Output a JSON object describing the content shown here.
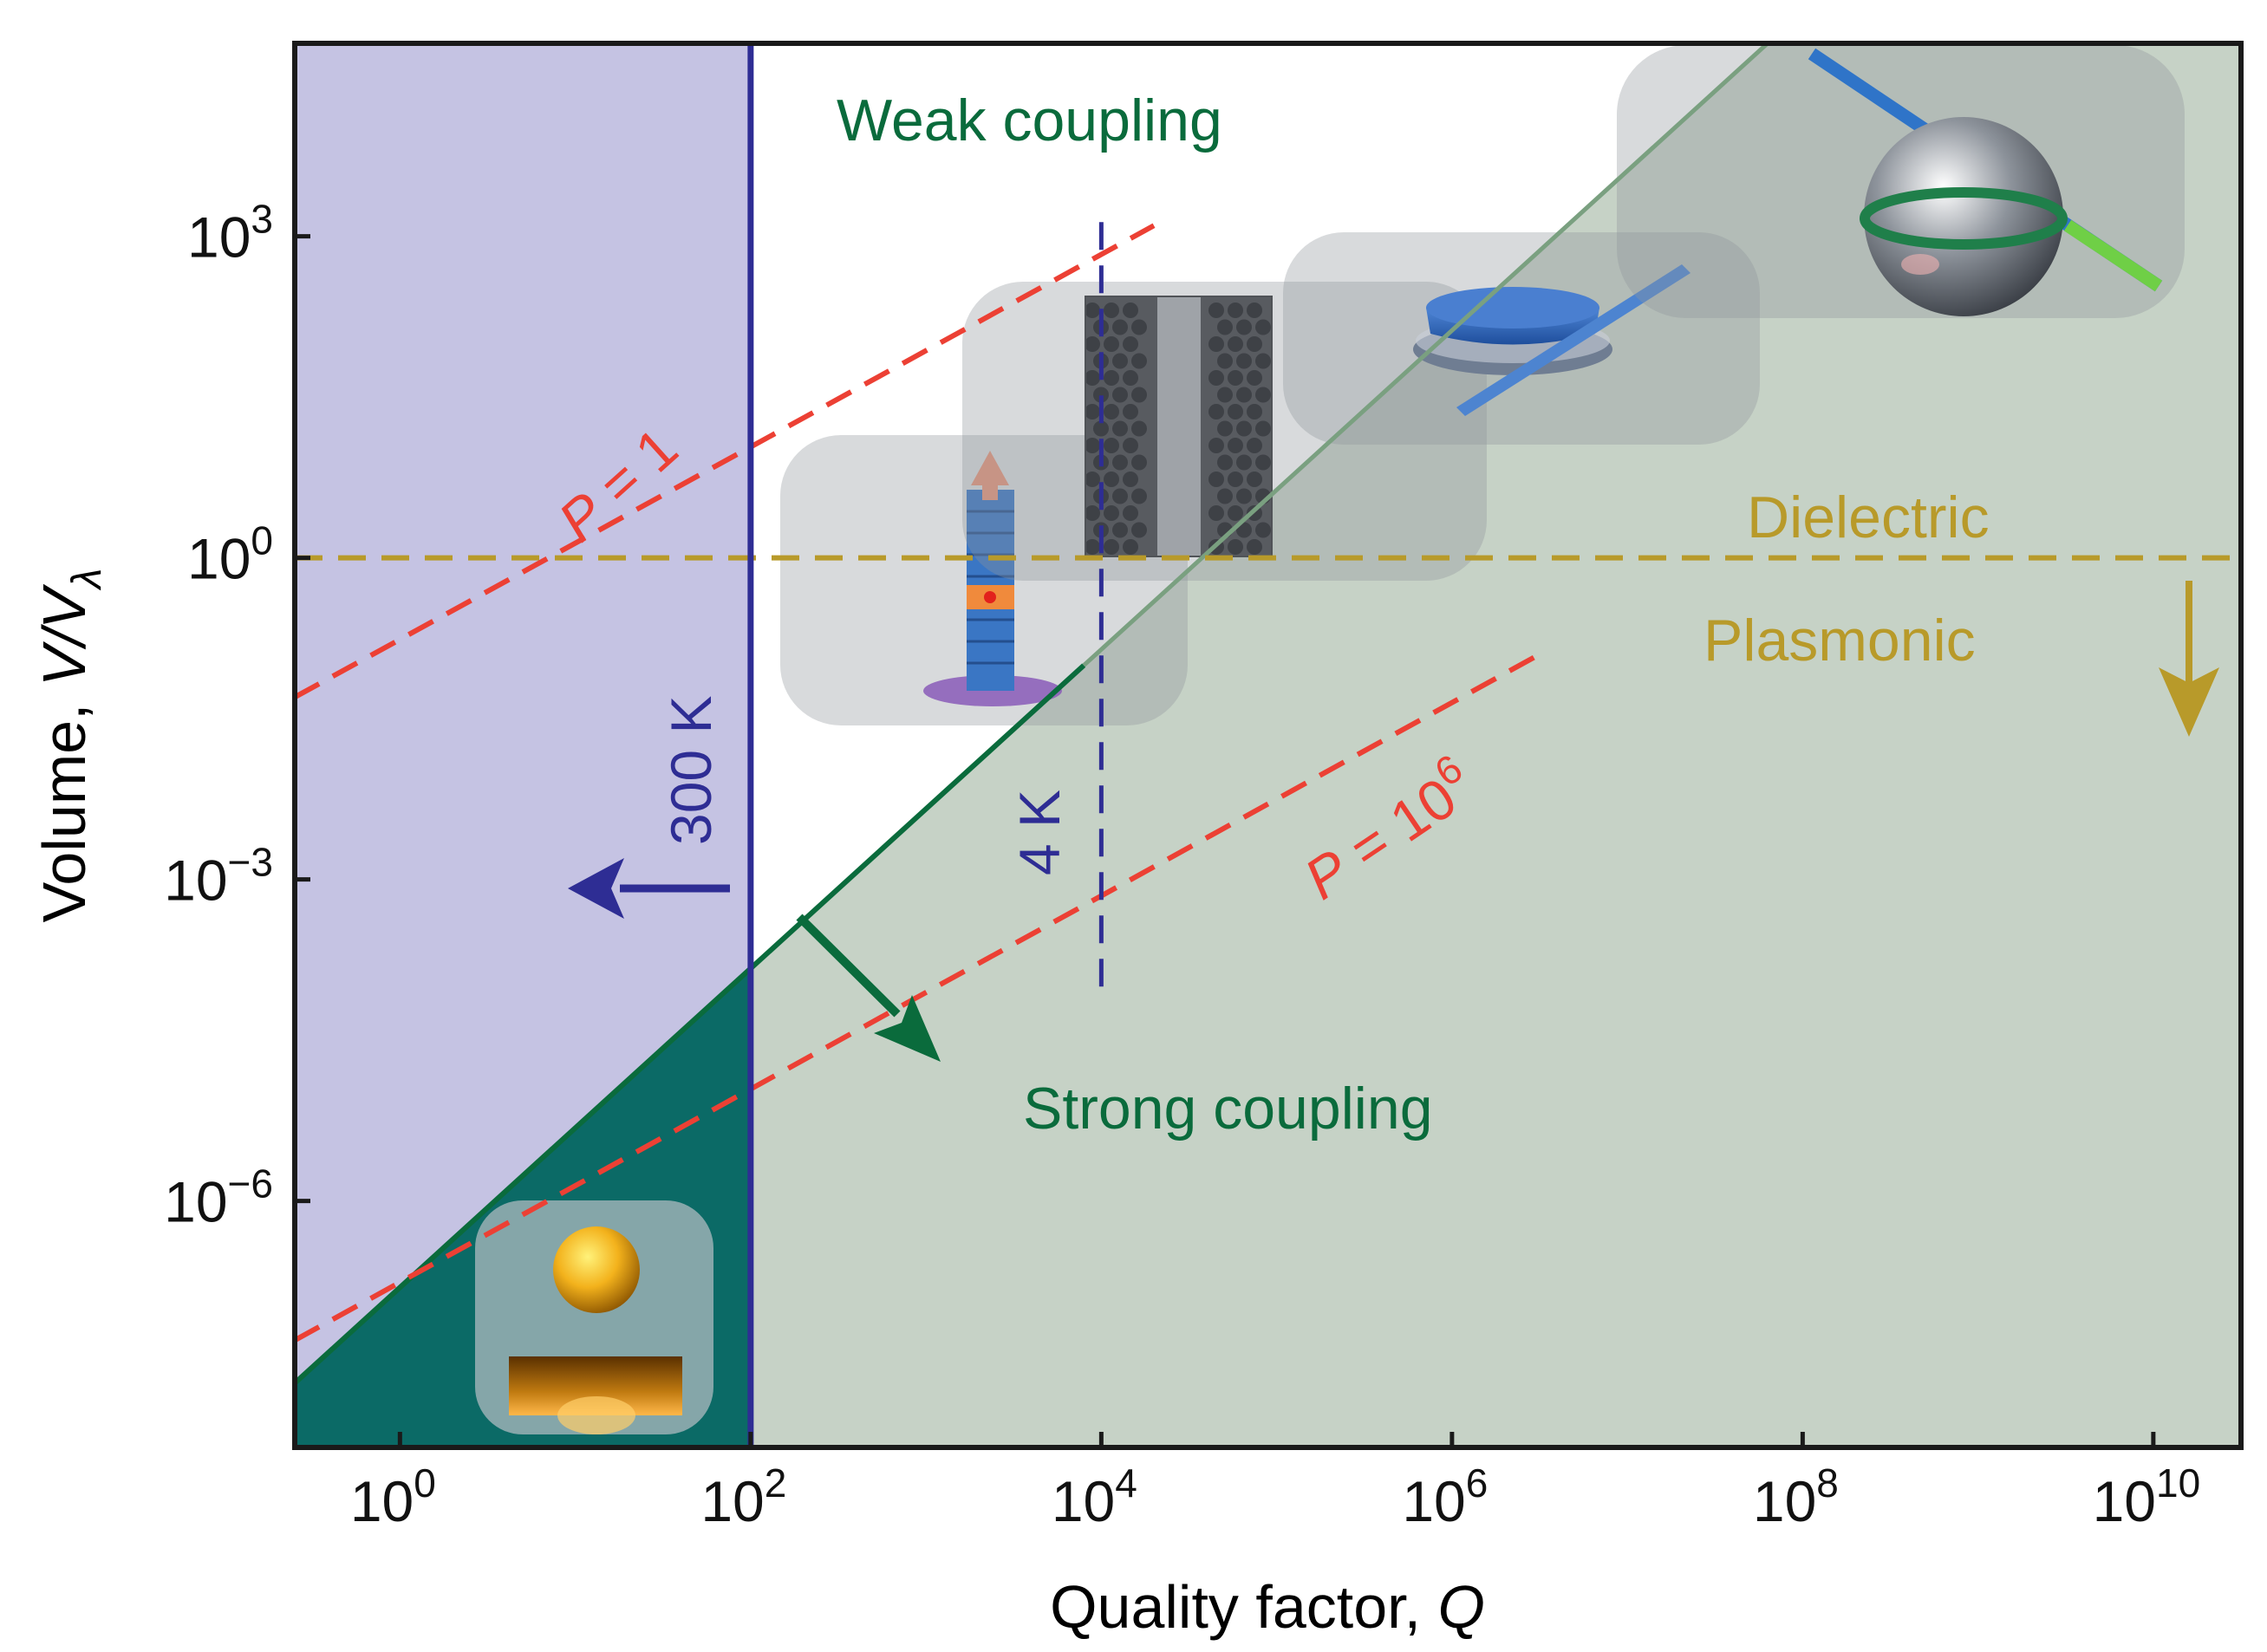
{
  "chart_data": {
    "type": "area",
    "x_scale": "log10",
    "y_scale": "log10",
    "xlabel": "Quality factor, ",
    "xlabel_var": "Q",
    "ylabel": "Volume, ",
    "ylabel_var": "V/V",
    "ylabel_sub": "λ",
    "xlim_log10": [
      -0.6,
      10.5
    ],
    "ylim_log10": [
      -8.3,
      4.8
    ],
    "x_ticks": [
      {
        "base": "10",
        "exp": "0",
        "log10": 0
      },
      {
        "base": "10",
        "exp": "2",
        "log10": 2
      },
      {
        "base": "10",
        "exp": "4",
        "log10": 4
      },
      {
        "base": "10",
        "exp": "6",
        "log10": 6
      },
      {
        "base": "10",
        "exp": "8",
        "log10": 8
      },
      {
        "base": "10",
        "exp": "10",
        "log10": 10
      }
    ],
    "y_ticks": [
      {
        "base": "10",
        "exp": "3",
        "log10": 3
      },
      {
        "base": "10",
        "exp": "0",
        "log10": 0
      },
      {
        "base": "10",
        "exp": "−3",
        "log10": -3
      },
      {
        "base": "10",
        "exp": "−6",
        "log10": -6
      }
    ],
    "regions": {
      "purple": "#c5c3e3",
      "green": "#c6d2c6",
      "teal": "#0b6a66",
      "white": "#ffffff"
    },
    "lines": {
      "coupling_boundary": {
        "points": [
          [
            -0.6,
            -7.7
          ],
          [
            7.8,
            4.8
          ]
        ],
        "color_lower": "#0a6b3c",
        "color_upper": "#7aa080"
      },
      "p_equal_1": {
        "points": [
          [
            -0.6,
            -1.3
          ],
          [
            4.3,
            3.1
          ]
        ],
        "color": "#ec4034"
      },
      "p_equal_1e6": {
        "points": [
          [
            -0.6,
            -7.3
          ],
          [
            6.5,
            -0.9
          ]
        ],
        "color": "#ec4034"
      },
      "dielectric_plasmonic": {
        "y_log10": 0,
        "color": "#b89a2a"
      },
      "t_300k": {
        "x_log10": 2,
        "color": "#2e2d94"
      },
      "t_4k": {
        "x_log10": 4,
        "y_range_log10": [
          -4.0,
          3.2
        ],
        "color": "#2e2d94"
      }
    },
    "annotations": {
      "weak": {
        "text": "Weak coupling",
        "color": "#0a6b3c"
      },
      "strong": {
        "text": "Strong coupling",
        "color": "#0a6b3c"
      },
      "dielectric": {
        "text": "Dielectric",
        "color": "#b89a2a"
      },
      "plasmonic": {
        "text": "Plasmonic",
        "color": "#b89a2a"
      },
      "p1_var": "P",
      "p1_rest": " = 1",
      "p6_var": "P",
      "p6_rest": " = 10",
      "p6_exp": "6",
      "k300": "300 K",
      "k4": "4 K"
    }
  }
}
